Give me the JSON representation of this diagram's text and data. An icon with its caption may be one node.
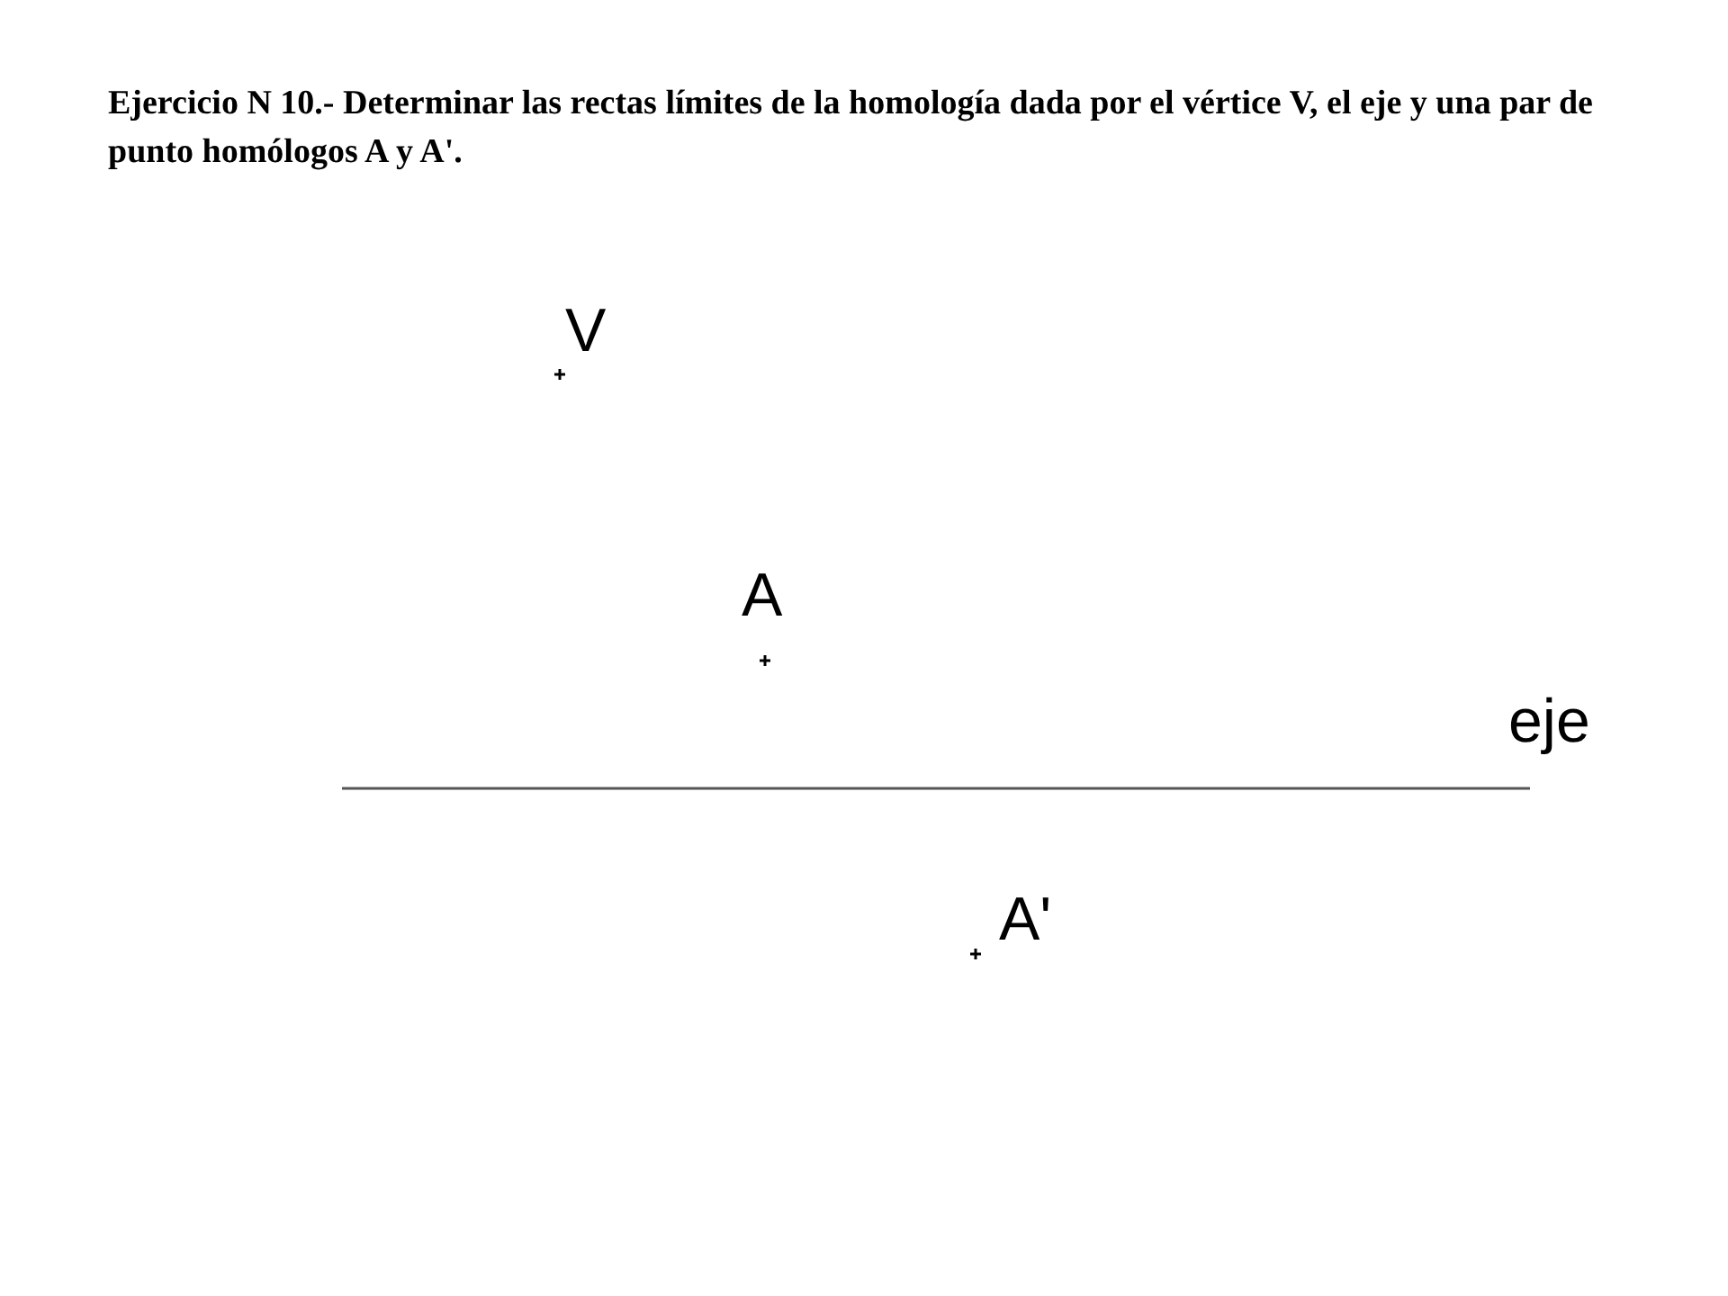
{
  "diagram": {
    "title": "Ejercicio N 10.- Determinar las rectas límites de la homología dada por el vértice V, el eje y una par de punto homólogos A y A'.",
    "labels": [
      "V",
      "A",
      "eje",
      "A'"
    ]
  }
}
